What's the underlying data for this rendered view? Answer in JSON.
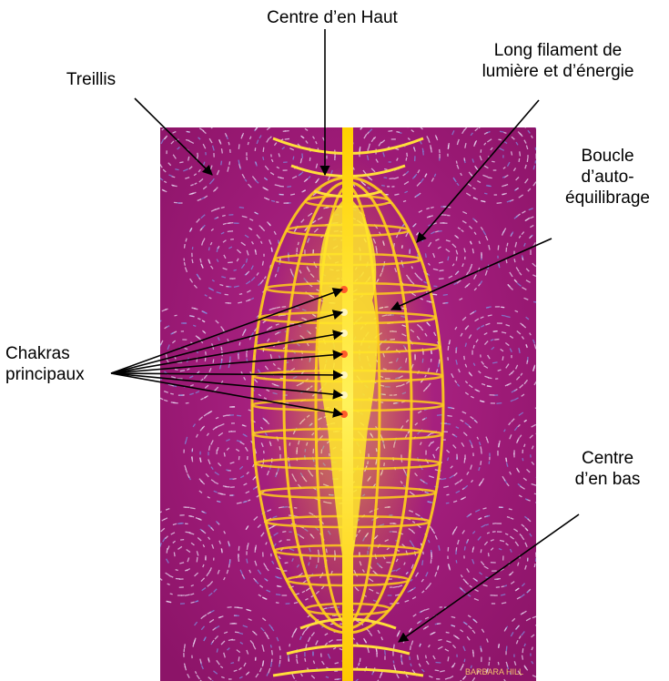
{
  "labels": {
    "centre_haut": "Centre d’en Haut",
    "filament_1": "Long filament de",
    "filament_2": "lumière et d’énergie",
    "treillis": "Treillis",
    "boucle_1": "Boucle",
    "boucle_2": "d’auto-",
    "boucle_3": "équilibrage",
    "chakras_1": "Chakras",
    "chakras_2": "principaux",
    "centre_bas_1": "Centre",
    "centre_bas_2": "d’en bas"
  },
  "artwork": {
    "background_color": "#a01a78",
    "swirl_color": "#e8d6f0",
    "glow_color": "#ffe21a",
    "signature": "BARBARA HILL"
  },
  "arrows": {
    "color": "#000000",
    "chakra_count": 7
  }
}
